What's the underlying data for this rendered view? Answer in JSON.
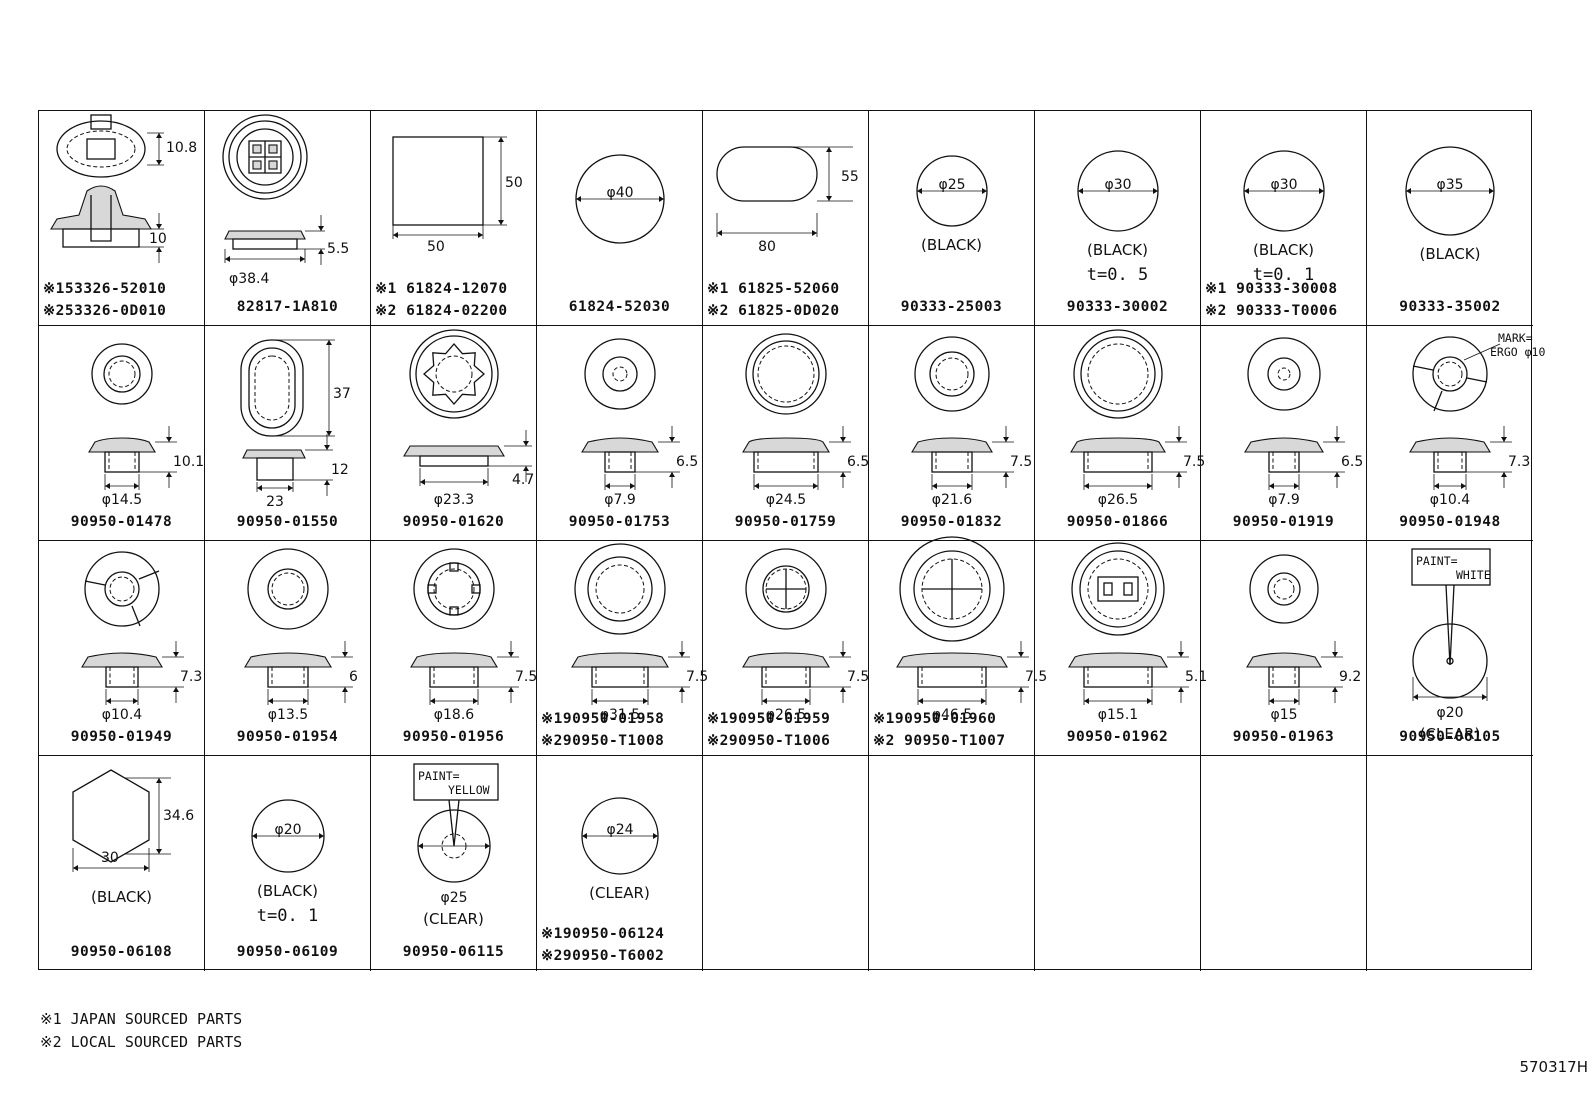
{
  "footnotes": [
    "※1 JAPAN SOURCED PARTS",
    "※2 LOCAL SOURCED PARTS"
  ],
  "drawing_code": "570317H",
  "cells": [
    {
      "type": "clip-oval",
      "dims": [
        "10.8",
        "10"
      ],
      "parts": [
        "※153326-52010",
        "※253326-0D010"
      ]
    },
    {
      "type": "clip-round",
      "dims": [
        "5.5",
        "φ38.4"
      ],
      "parts": [
        "82817-1A810"
      ]
    },
    {
      "type": "square",
      "dims": [
        "50",
        "50"
      ],
      "parts": [
        "※1 61824-12070",
        "※2 61824-02200"
      ]
    },
    {
      "type": "circle",
      "r": 44,
      "dims": [
        "φ40"
      ],
      "parts": [
        "61824-52030"
      ]
    },
    {
      "type": "oblong",
      "dims": [
        "55",
        "80"
      ],
      "parts": [
        "※1 61825-52060",
        "※2 61825-0D020"
      ]
    },
    {
      "type": "circle",
      "r": 35,
      "dims": [
        "φ25"
      ],
      "notes": [
        "(BLACK)"
      ],
      "parts": [
        "90333-25003"
      ]
    },
    {
      "type": "circle",
      "r": 40,
      "dims": [
        "φ30"
      ],
      "notes": [
        "(BLACK)",
        "t=0. 5"
      ],
      "parts": [
        "90333-30002"
      ]
    },
    {
      "type": "circle",
      "r": 40,
      "dims": [
        "φ30"
      ],
      "notes": [
        "(BLACK)",
        "t=0. 1"
      ],
      "parts": [
        "※1 90333-30008",
        "※2 90333-T0006"
      ]
    },
    {
      "type": "circle",
      "r": 44,
      "dims": [
        "φ35"
      ],
      "notes": [
        "(BLACK)"
      ],
      "parts": [
        "90333-35002"
      ]
    },
    {
      "type": "grommet",
      "r": [
        30,
        18,
        13
      ],
      "dims": [
        "10.1",
        "φ14.5"
      ],
      "parts": [
        "90950-01478"
      ]
    },
    {
      "type": "grommet-oval",
      "dims": [
        "37",
        "12",
        "23"
      ],
      "parts": [
        "90950-01550"
      ]
    },
    {
      "type": "grommet-gear",
      "dims": [
        "4.7",
        "φ23.3"
      ],
      "parts": [
        "90950-01620"
      ]
    },
    {
      "type": "grommet",
      "r": [
        35,
        17,
        7
      ],
      "dims": [
        "6.5",
        "φ7.9"
      ],
      "parts": [
        "90950-01753"
      ]
    },
    {
      "type": "grommet",
      "r": [
        40,
        33,
        28
      ],
      "dims": [
        "6.5",
        "φ24.5"
      ],
      "parts": [
        "90950-01759"
      ]
    },
    {
      "type": "grommet",
      "r": [
        37,
        22,
        16
      ],
      "dims": [
        "7.5",
        "φ21.6"
      ],
      "parts": [
        "90950-01832"
      ]
    },
    {
      "type": "grommet",
      "r": [
        44,
        37,
        30
      ],
      "dims": [
        "7.5",
        "φ26.5"
      ],
      "parts": [
        "90950-01866"
      ]
    },
    {
      "type": "grommet",
      "r": [
        36,
        16,
        6
      ],
      "dims": [
        "6.5",
        "φ7.9"
      ],
      "parts": [
        "90950-01919"
      ]
    },
    {
      "type": "grommet-mark",
      "r": [
        37,
        17,
        12
      ],
      "dims": [
        "7.3",
        "φ10.4"
      ],
      "labels": [
        "MARK=",
        "ERGO φ10"
      ],
      "parts": [
        "90950-01948"
      ]
    },
    {
      "type": "grommet-split",
      "r": [
        37,
        17,
        12
      ],
      "dims": [
        "7.3",
        "φ10.4"
      ],
      "parts": [
        "90950-01949"
      ]
    },
    {
      "type": "grommet",
      "r": [
        40,
        20,
        16
      ],
      "dims": [
        "6",
        "φ13.5"
      ],
      "parts": [
        "90950-01954"
      ]
    },
    {
      "type": "grommet-ribs",
      "r": [
        40,
        26,
        20
      ],
      "dims": [
        "7.5",
        "φ18.6"
      ],
      "parts": [
        "90950-01956"
      ]
    },
    {
      "type": "grommet",
      "r": [
        45,
        32,
        24
      ],
      "dims": [
        "7.5",
        "φ31.5"
      ],
      "parts": [
        "※190950-01958",
        "※290950-T1008"
      ]
    },
    {
      "type": "grommet-cross",
      "r": [
        40,
        23,
        20
      ],
      "dims": [
        "7.5",
        "φ26.5"
      ],
      "parts": [
        "※190950-01959",
        "※290950-T1006"
      ]
    },
    {
      "type": "grommet-cross",
      "r": [
        52,
        38,
        30
      ],
      "dims": [
        "7.5",
        "φ46.5"
      ],
      "parts": [
        "※190950-01960",
        "※2 90950-T1007"
      ]
    },
    {
      "type": "grommet-square",
      "r": [
        46,
        38,
        30
      ],
      "dims": [
        "5.1",
        "φ15.1"
      ],
      "parts": [
        "90950-01962"
      ]
    },
    {
      "type": "grommet",
      "r": [
        34,
        16,
        10
      ],
      "dims": [
        "9.2",
        "φ15"
      ],
      "parts": [
        "90950-01963"
      ]
    },
    {
      "type": "disc-paint",
      "r": 37,
      "labels": [
        "PAINT=",
        "WHITE"
      ],
      "dims": [
        "φ20"
      ],
      "notes": [
        "(CLEAR)"
      ],
      "parts": [
        "90950-06105"
      ]
    },
    {
      "type": "hexagon",
      "dims": [
        "34.6",
        "30"
      ],
      "notes": [
        "(BLACK)"
      ],
      "parts": [
        "90950-06108"
      ]
    },
    {
      "type": "circle",
      "r": 36,
      "dims": [
        "φ20"
      ],
      "notes": [
        "(BLACK)",
        "t=0. 1"
      ],
      "parts": [
        "90950-06109"
      ]
    },
    {
      "type": "disc-paint2",
      "r": 36,
      "labels": [
        "PAINT=",
        "YELLOW"
      ],
      "dims": [
        "φ25"
      ],
      "notes": [
        "(CLEAR)"
      ],
      "parts": [
        "90950-06115"
      ]
    },
    {
      "type": "circle",
      "r": 38,
      "dims": [
        "φ24"
      ],
      "notes": [
        "(CLEAR)"
      ],
      "parts": [
        "※190950-06124",
        "※290950-T6002"
      ]
    },
    {
      "type": "empty"
    },
    {
      "type": "empty"
    },
    {
      "type": "empty"
    },
    {
      "type": "empty"
    },
    {
      "type": "empty"
    }
  ]
}
